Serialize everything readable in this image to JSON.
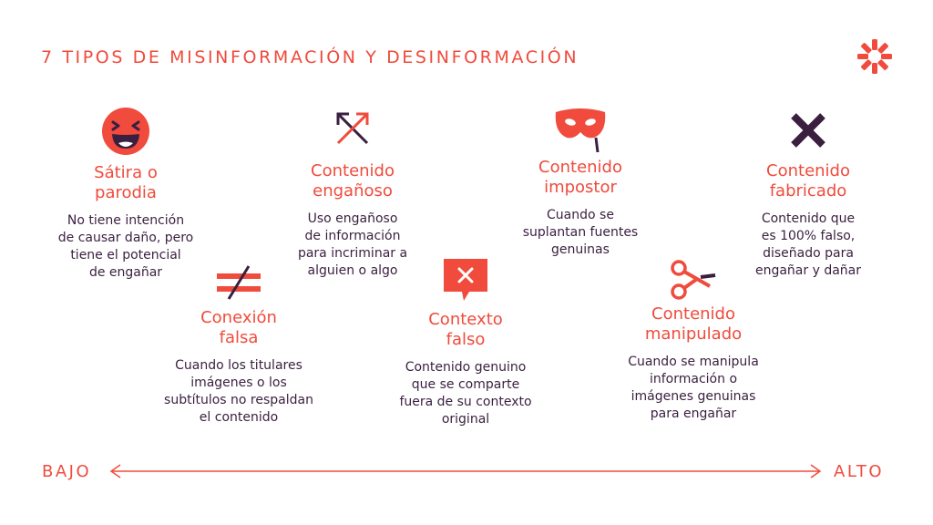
{
  "title": "7 TIPOS DE MISINFORMACIÓN Y DESINFORMACIÓN",
  "colors": {
    "accent": "#f04b3c",
    "dark": "#3a1f3f",
    "background": "#ffffff"
  },
  "logo": {
    "icon": "asterisk-logo-icon"
  },
  "items": [
    {
      "icon": "laughing-face-icon",
      "heading": [
        "Sátira o",
        "parodia"
      ],
      "description": [
        "No tiene intención",
        "de causar daño, pero",
        "tiene el potencial",
        "de engañar"
      ]
    },
    {
      "icon": "not-equal-icon",
      "heading": [
        "Conexión",
        "falsa"
      ],
      "description": [
        "Cuando los titulares",
        "imágenes o los",
        "subtítulos no respaldan",
        "el contenido"
      ]
    },
    {
      "icon": "crossed-arrows-icon",
      "heading": [
        "Contenido",
        "engañoso"
      ],
      "description": [
        "Uso engañoso",
        "de información",
        "para incriminar a",
        "alguien o algo"
      ]
    },
    {
      "icon": "speech-bubble-x-icon",
      "heading": [
        "Contexto",
        "falso"
      ],
      "description": [
        "Contenido genuino",
        "que se comparte",
        "fuera de su contexto",
        "original"
      ]
    },
    {
      "icon": "mask-icon",
      "heading": [
        "Contenido",
        "impostor"
      ],
      "description": [
        "Cuando se",
        "suplantan fuentes",
        "genuinas"
      ]
    },
    {
      "icon": "scissors-icon",
      "heading": [
        "Contenido",
        "manipulado"
      ],
      "description": [
        "Cuando se manipula",
        "información o",
        "imágenes genuinas",
        "para engañar"
      ]
    },
    {
      "icon": "x-mark-icon",
      "heading": [
        "Contenido",
        "fabricado"
      ],
      "description": [
        "Contenido que",
        "es 100% falso,",
        "diseñado para",
        "engañar y dañar"
      ]
    }
  ],
  "scale": {
    "low": "BAJO",
    "high": "ALTO"
  }
}
